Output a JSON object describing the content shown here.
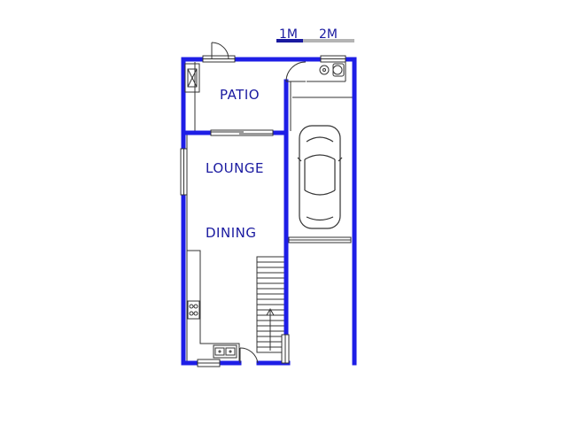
{
  "scale_bar": {
    "label_1": "1M",
    "label_2": "2M",
    "colors": {
      "dark": "#1a1aa0",
      "light": "#b4b4b4"
    }
  },
  "rooms": {
    "patio": "PATIO",
    "lounge": "LOUNGE",
    "dining": "DINING"
  },
  "colors": {
    "wall": "#1e1ee6",
    "line": "#333333",
    "label": "#1a1aa0",
    "fixture": "#555555"
  }
}
